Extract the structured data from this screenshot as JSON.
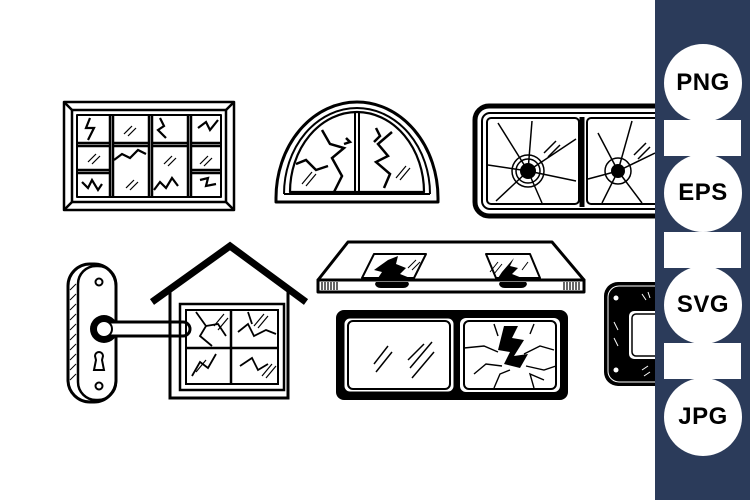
{
  "colors": {
    "background": "#ffffff",
    "ink": "#000000",
    "sidebar": "#2b3b5a",
    "badge": "#ffffff"
  },
  "illustrations": [
    {
      "name": "rectangular-broken-window",
      "description": "Rectangular framed window with 10 panes, several cracked"
    },
    {
      "name": "arched-broken-window",
      "description": "Half-round arched window with two cracked panes"
    },
    {
      "name": "bullet-hole-window",
      "description": "Rounded double window with bullet holes and radial cracks"
    },
    {
      "name": "door-handle",
      "description": "Door handle plate with lever and keyhole"
    },
    {
      "name": "house-broken-window",
      "description": "House outline with cracked four-pane window"
    },
    {
      "name": "car-windshield-broken",
      "description": "Windshield panel in perspective with two cracked spots"
    },
    {
      "name": "double-pane-window",
      "description": "Double window, left intact with shine lines, right cracked"
    },
    {
      "name": "dark-frame-window",
      "description": "Dark rounded window frame, partially cut off"
    }
  ],
  "formats": {
    "items": [
      {
        "label": "PNG"
      },
      {
        "label": "EPS"
      },
      {
        "label": "SVG"
      },
      {
        "label": "JPG"
      }
    ]
  }
}
